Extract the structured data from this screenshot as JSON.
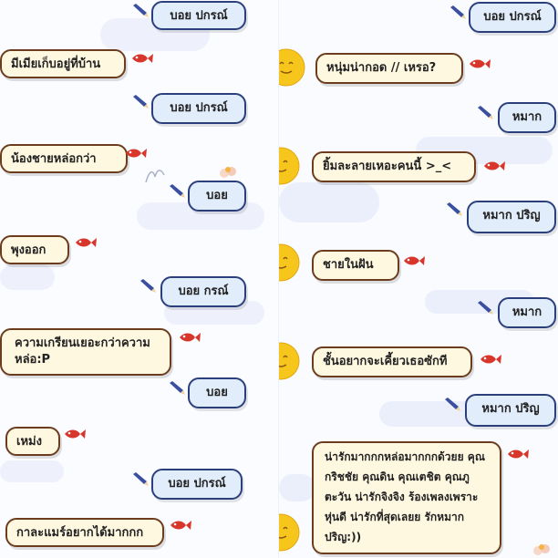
{
  "left": {
    "bot_messages": [
      "มีเมียเก็บอยู่ที่บ้าน",
      "น้องชายหล่อกว่า",
      "พุงออก",
      "ความเกรียนเยอะกว่าความหล่อ:P",
      "เหม่ง",
      "กาละแมร์อยากได้มากกก"
    ],
    "user_messages": [
      "บอย ปกรณ์",
      "บอย ปกรณ์",
      "บอย",
      "บอย กรณ์",
      "บอย",
      "บอย ปกรณ์"
    ]
  },
  "right": {
    "bot_messages": [
      "หนุ่มน่ากอด // เหรอ?",
      "ยิ้มละลายเหอะคนนี้ >_<",
      "ชายในฝัน",
      "ชั้นอยากจะเคี้ยวเธอซักที",
      "น่ารักมากกกหล่อมากกกด้วยย คุณกริชชัย คุณดิน คุณเตชิต คุณภูตะวัน น่ารักจิงจิง ร้องเพลงเพราะ หุ่นดี น่ารักที่สุดเลยย รักหมาก ปริญ:))"
    ],
    "user_messages": [
      "บอย ปกรณ์",
      "หมาก",
      "หมาก ปริญ",
      "หมาก",
      "หมาก ปริญ"
    ]
  },
  "colors": {
    "bot_bubble_bg": "#fff8e1",
    "bot_bubble_border": "#6b3d1e",
    "user_bubble_bg": "#e2edfc",
    "user_bubble_border": "#2a3f7c",
    "avatar_yellow": "#f7c61c"
  },
  "icons": {
    "user_marker": "pencil-icon",
    "bot_marker": "fish-icon",
    "bot_avatar": "smiley-face-icon"
  }
}
